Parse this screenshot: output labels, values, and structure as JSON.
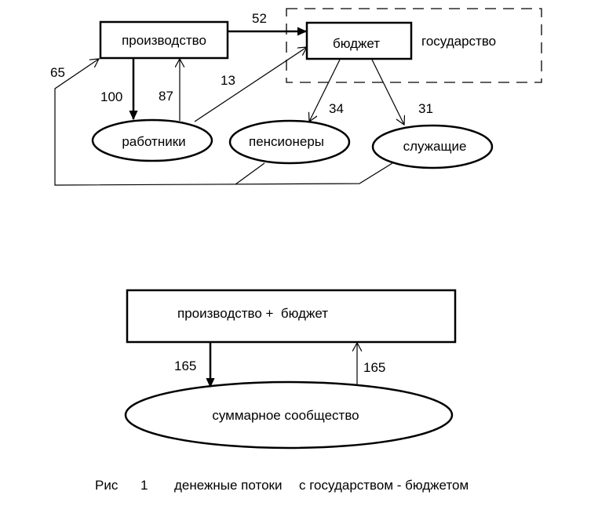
{
  "diagram_top": {
    "boxes": {
      "production": "производство",
      "budget": "бюджет"
    },
    "state_label": "государство",
    "ellipses": {
      "workers": "работники",
      "pensioners": "пенсионеры",
      "employees": "служащие"
    },
    "flows": {
      "production_to_budget": "52",
      "return_to_production": "65",
      "production_to_workers": "100",
      "workers_to_production": "87",
      "workers_to_budget": "13",
      "budget_to_pensioners": "34",
      "budget_to_employees": "31"
    }
  },
  "diagram_bottom": {
    "box": "производство +  бюджет",
    "ellipse": "суммарное сообщество",
    "flows": {
      "down": "165",
      "up": "165"
    }
  },
  "caption": {
    "prefix": "Рис",
    "number": "1",
    "text": "денежные потоки",
    "suffix": "с государством - бюджетом"
  }
}
